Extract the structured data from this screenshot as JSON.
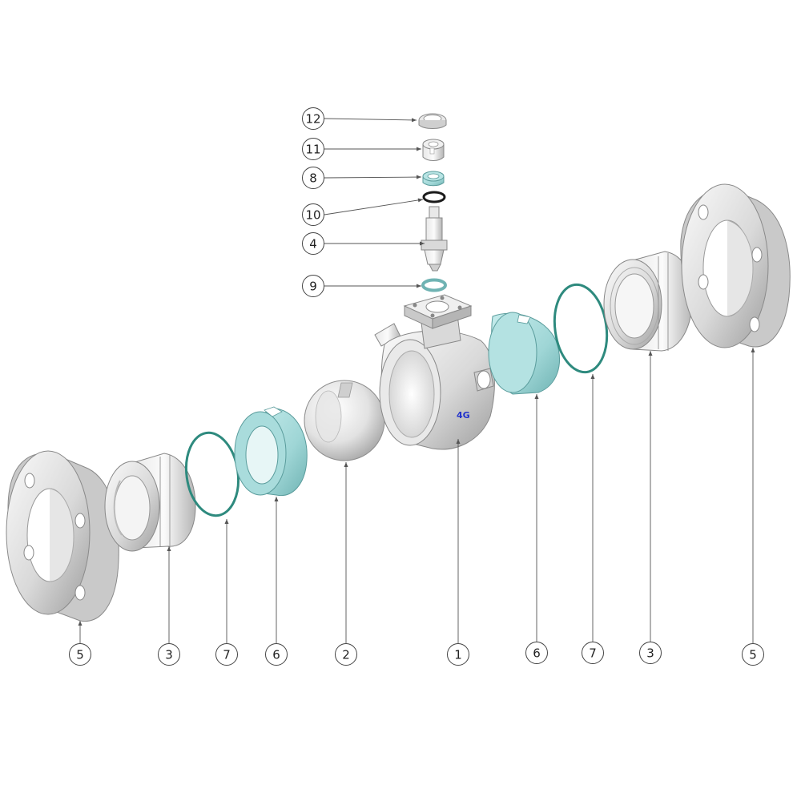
{
  "diagram": {
    "logo_text": "4G",
    "colors": {
      "metal_light": "#f2f2f2",
      "metal_mid": "#d4d4d4",
      "metal_dark": "#a8a8a8",
      "seal_teal": "#9fd6d6",
      "seal_teal_dark": "#6fb3b3",
      "oring_green": "#2e8a7e",
      "oring_black": "#1a1a1a",
      "logo_blue": "#2233cc",
      "line": "#555555"
    },
    "callouts_bottom": [
      {
        "id": "flange-left",
        "label": "5"
      },
      {
        "id": "end-cap-left",
        "label": "3"
      },
      {
        "id": "oring-left",
        "label": "7"
      },
      {
        "id": "seat-left",
        "label": "6"
      },
      {
        "id": "ball",
        "label": "2"
      },
      {
        "id": "body",
        "label": "1"
      },
      {
        "id": "seat-right",
        "label": "6"
      },
      {
        "id": "oring-right",
        "label": "7"
      },
      {
        "id": "end-cap-right",
        "label": "3"
      },
      {
        "id": "flange-right",
        "label": "5"
      }
    ],
    "callouts_stem": [
      {
        "id": "ring-top",
        "label": "12"
      },
      {
        "id": "gland-nut",
        "label": "11"
      },
      {
        "id": "stem-seal",
        "label": "8"
      },
      {
        "id": "stem-oring",
        "label": "10"
      },
      {
        "id": "stem",
        "label": "4"
      },
      {
        "id": "thrust-washer",
        "label": "9"
      }
    ]
  }
}
